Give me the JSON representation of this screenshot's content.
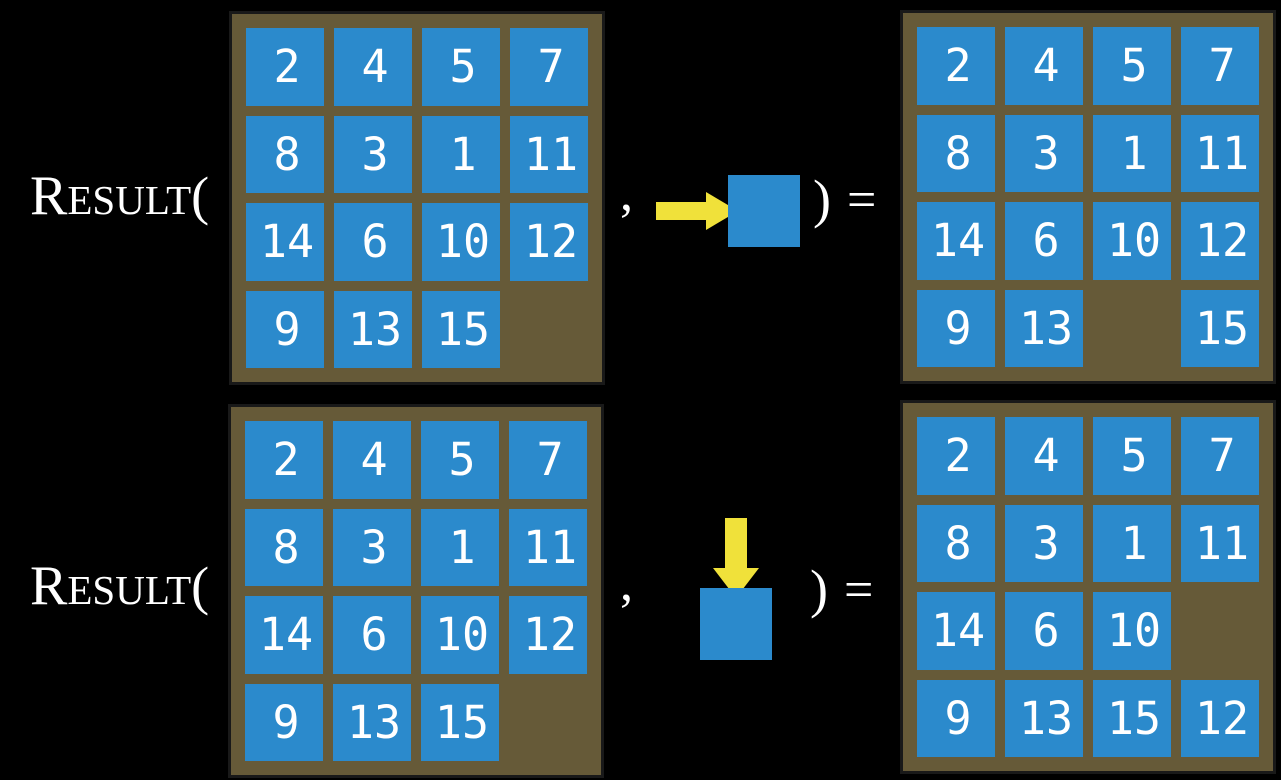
{
  "colors": {
    "background": "#000000",
    "board": "#665A38",
    "board-border": "#191919",
    "tile": "#2B8ACC",
    "tile-text": "#FFFFFF",
    "arrow": "#F0E13A",
    "text": "#FFFFFF"
  },
  "examples": [
    {
      "function": {
        "cap": "R",
        "rest": "ESULT",
        "open_paren": "("
      },
      "comma": ",",
      "action": {
        "icon": "arrow-right-icon",
        "direction": "right"
      },
      "close_paren": ")",
      "equals": "=",
      "state_before": {
        "cells": [
          "2",
          "4",
          "5",
          "7",
          "8",
          "3",
          "1",
          "11",
          "14",
          "6",
          "10",
          "12",
          "9",
          "13",
          "15",
          null
        ]
      },
      "state_after": {
        "cells": [
          "2",
          "4",
          "5",
          "7",
          "8",
          "3",
          "1",
          "11",
          "14",
          "6",
          "10",
          "12",
          "9",
          "13",
          null,
          "15"
        ]
      }
    },
    {
      "function": {
        "cap": "R",
        "rest": "ESULT",
        "open_paren": "("
      },
      "comma": ",",
      "action": {
        "icon": "arrow-down-icon",
        "direction": "down"
      },
      "close_paren": ")",
      "equals": "=",
      "state_before": {
        "cells": [
          "2",
          "4",
          "5",
          "7",
          "8",
          "3",
          "1",
          "11",
          "14",
          "6",
          "10",
          "12",
          "9",
          "13",
          "15",
          null
        ]
      },
      "state_after": {
        "cells": [
          "2",
          "4",
          "5",
          "7",
          "8",
          "3",
          "1",
          "11",
          "14",
          "6",
          "10",
          null,
          "9",
          "13",
          "15",
          "12"
        ]
      }
    }
  ]
}
